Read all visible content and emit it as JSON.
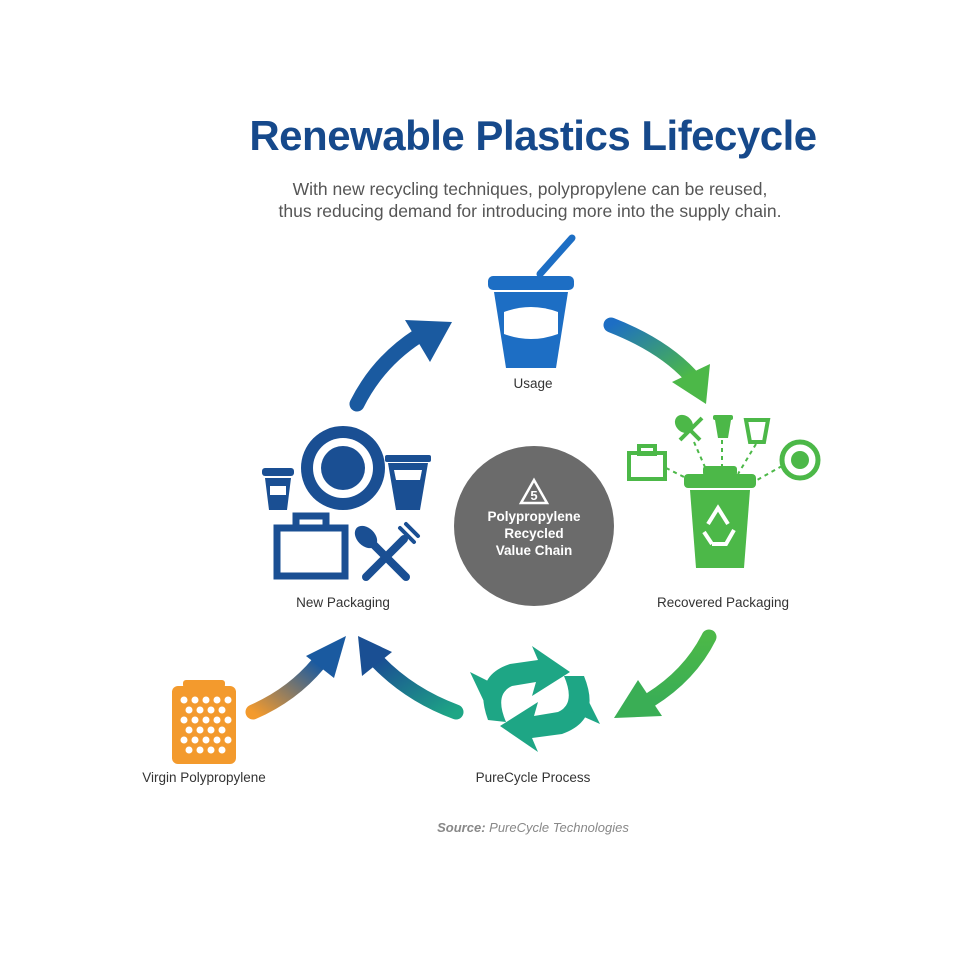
{
  "header": {
    "title": "Renewable Plastics Lifecycle",
    "subtitle_lines": [
      "With new recycling techniques, polypropylene can be reused,",
      "thus reducing demand for introducing more into the supply chain."
    ]
  },
  "nodes": {
    "usage": "Usage",
    "recovered": "Recovered Packaging",
    "purecycle": "PureCycle Process",
    "new_packaging": "New Packaging",
    "virgin": "Virgin Polypropylene"
  },
  "center": {
    "recycle_code": "5",
    "lines": [
      "Polypropylene",
      "Recycled",
      "Value Chain"
    ]
  },
  "source": {
    "label": "Source:",
    "value": "PureCycle Technologies"
  },
  "colors": {
    "title_blue": "#16498b",
    "usage_blue": "#1d6ec4",
    "dark_blue": "#1a4f93",
    "green": "#4cb848",
    "teal": "#1ea685",
    "orange": "#f39a2d",
    "center_gray": "#6b6b6b"
  }
}
